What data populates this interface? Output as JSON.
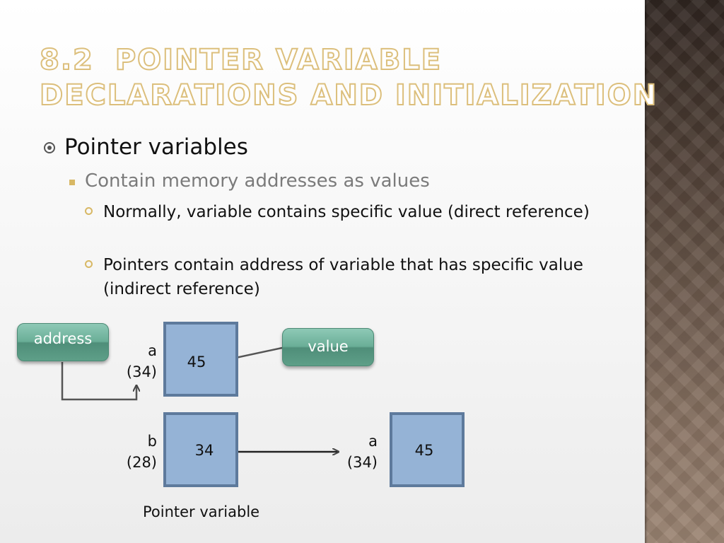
{
  "slide": {
    "title_number": "8.2",
    "title_line1": "Pointer Variable",
    "title_line2": "Declarations and Initialization"
  },
  "bullets": {
    "level1": "Pointer variables",
    "level2": "Contain memory addresses as values",
    "level3": [
      "Normally, variable contains specific value (direct reference)",
      "Pointers contain address of variable that has specific value (indirect reference)"
    ]
  },
  "diagram": {
    "address_label": "address",
    "value_label": "value",
    "box_a_top": {
      "name": "a",
      "address": "(34)",
      "value": "45"
    },
    "box_b": {
      "name": "b",
      "address": "(28)",
      "value": "34"
    },
    "box_a_right": {
      "name": "a",
      "address": "(34)",
      "value": "45"
    },
    "caption": "Pointer variable"
  },
  "colors": {
    "title_outline": "#dcbf7c",
    "bullet_gold": "#d8b865",
    "box_fill": "#95b3d6",
    "box_border": "#5e7a9c",
    "button_green": "#6aae97",
    "arrow": "#444444",
    "side_strip": "#4b3c33"
  }
}
